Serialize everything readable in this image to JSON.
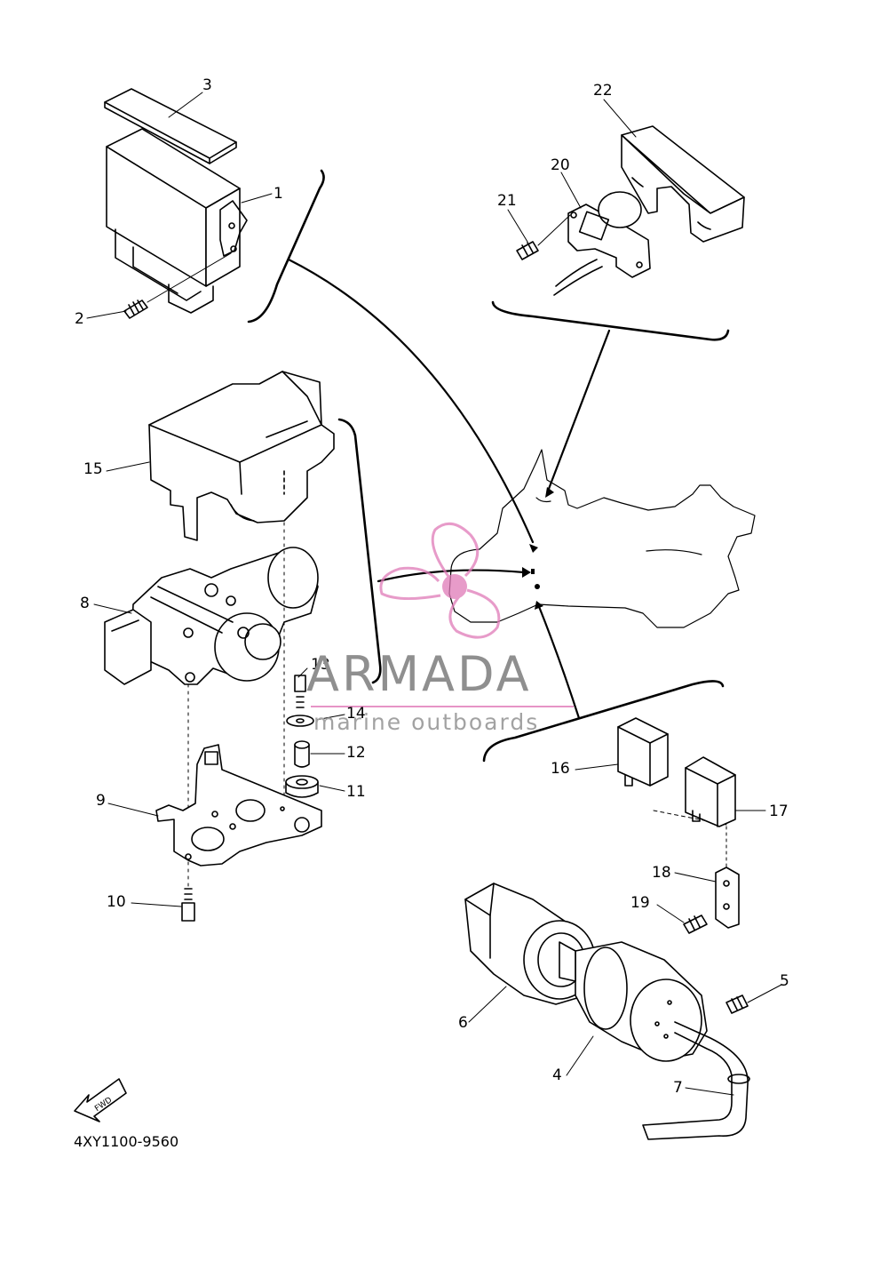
{
  "diagram_code": "4XY1100-9560",
  "direction_label": "FWD",
  "watermark": {
    "title": "ARMADA",
    "subtitle": "marine outboards",
    "accent_color": "#e07ab8",
    "text_color": "#8f8f8f"
  },
  "callouts": [
    "1",
    "2",
    "3",
    "4",
    "5",
    "6",
    "7",
    "8",
    "9",
    "10",
    "11",
    "12",
    "13",
    "14",
    "15",
    "16",
    "17",
    "18",
    "19",
    "20",
    "21",
    "22"
  ],
  "icons": [
    "fwd-arrow-icon",
    "armada-propeller-logo"
  ]
}
